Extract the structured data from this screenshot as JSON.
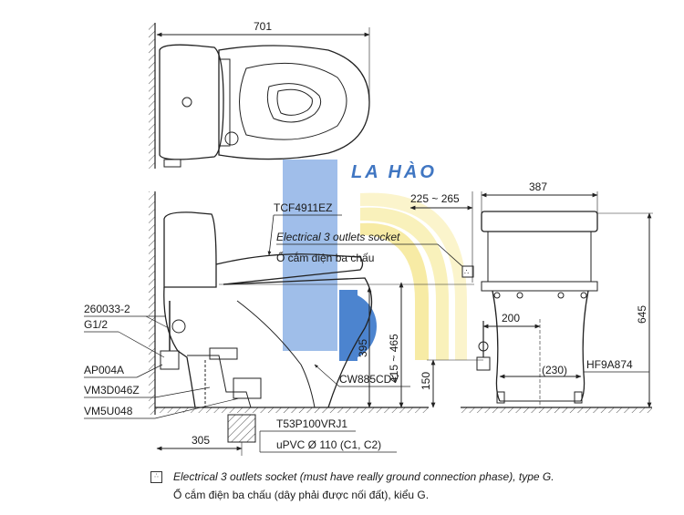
{
  "brand": {
    "name": "LA HÀO",
    "colors": {
      "blue": "#2d6fc7",
      "light_blue": "#8fb3e6",
      "yellow": "#f4e27a"
    }
  },
  "top_view": {
    "dim_width": "701"
  },
  "side_view": {
    "seat_model": "TCF4911EZ",
    "socket_label_en": "Electrical 3 outlets socket",
    "socket_label_vi": "Ổ cắm điện ba chấu",
    "left_parts": [
      "260033-2",
      "G1/2",
      "AP004A",
      "VM3D046Z",
      "VM5U048"
    ],
    "body_model": "CW885CDV",
    "drain_model": "T53P100VRJ1",
    "pipe_label": "uPVC Ø 110 (C1, C2)",
    "dim_rough_in": "305",
    "dim_height_395": "395",
    "dim_range_415_465": "415 ~ 465",
    "dim_150": "150",
    "dim_socket_offset": "225 ~ 265"
  },
  "front_view": {
    "dim_width": "387",
    "dim_height": "645",
    "dim_200": "200",
    "dim_230": "(230)",
    "hose_model": "HF9A874"
  },
  "notes": {
    "icon": "outlet-icon",
    "en": "Electrical 3 outlets socket (must have really ground connection phase), type G.",
    "vi": "Ổ cắm điện ba chấu (dây phải được nối đất), kiểu G."
  }
}
